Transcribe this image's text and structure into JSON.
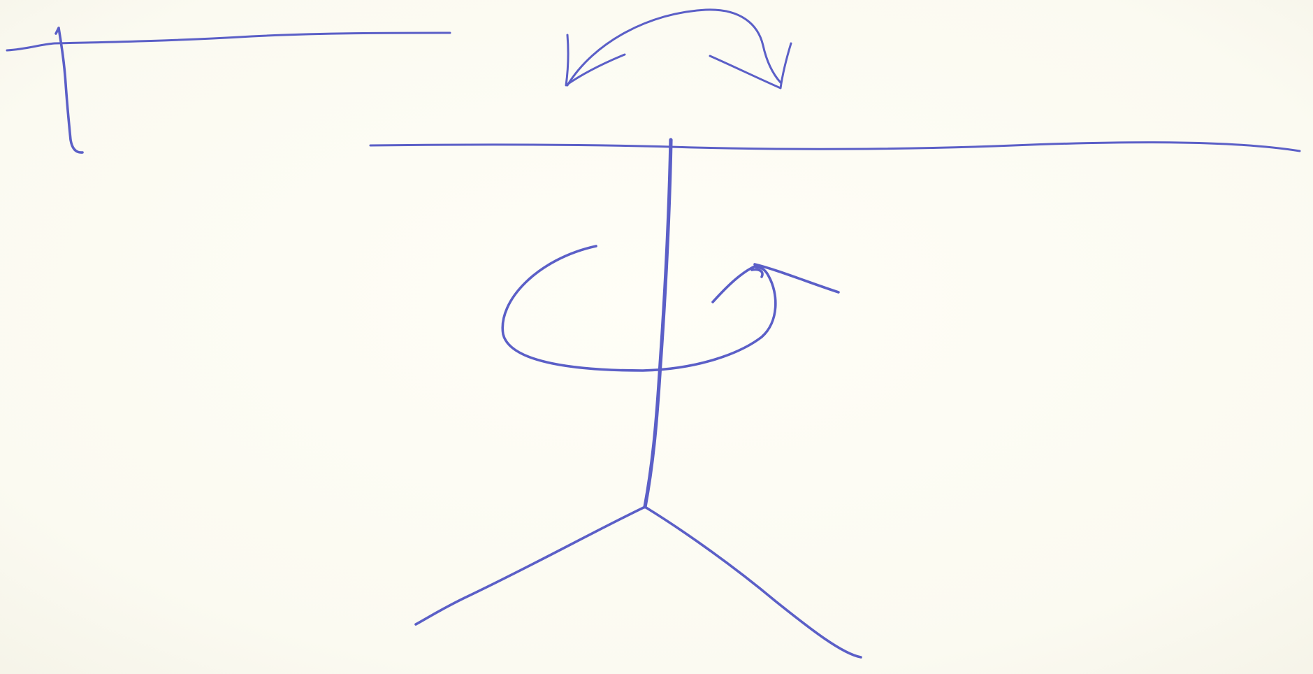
{
  "diagram": {
    "kind": "hand-drawn sketch",
    "ink_color": "#5b5fc7",
    "paper_color": "#fbfaf2",
    "elements": [
      "small-t-symbol",
      "top-swing-arrow",
      "horizontal-beam",
      "vertical-post",
      "spin-arrow",
      "left-leg",
      "right-leg"
    ]
  }
}
